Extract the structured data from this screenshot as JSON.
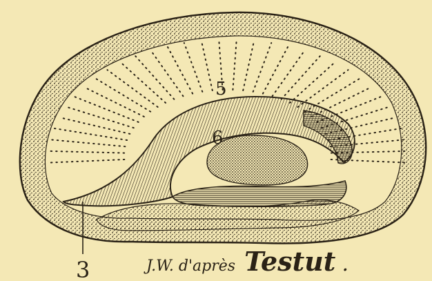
{
  "figure": {
    "paper_color": "#f4e8b5",
    "ink_color": "#2a2216",
    "labels": {
      "label_3": "3",
      "label_5": "5",
      "label_6": "6"
    },
    "credit_prefix": "J.W. d'après",
    "credit_name": "Testut",
    "credit_suffix": "."
  }
}
